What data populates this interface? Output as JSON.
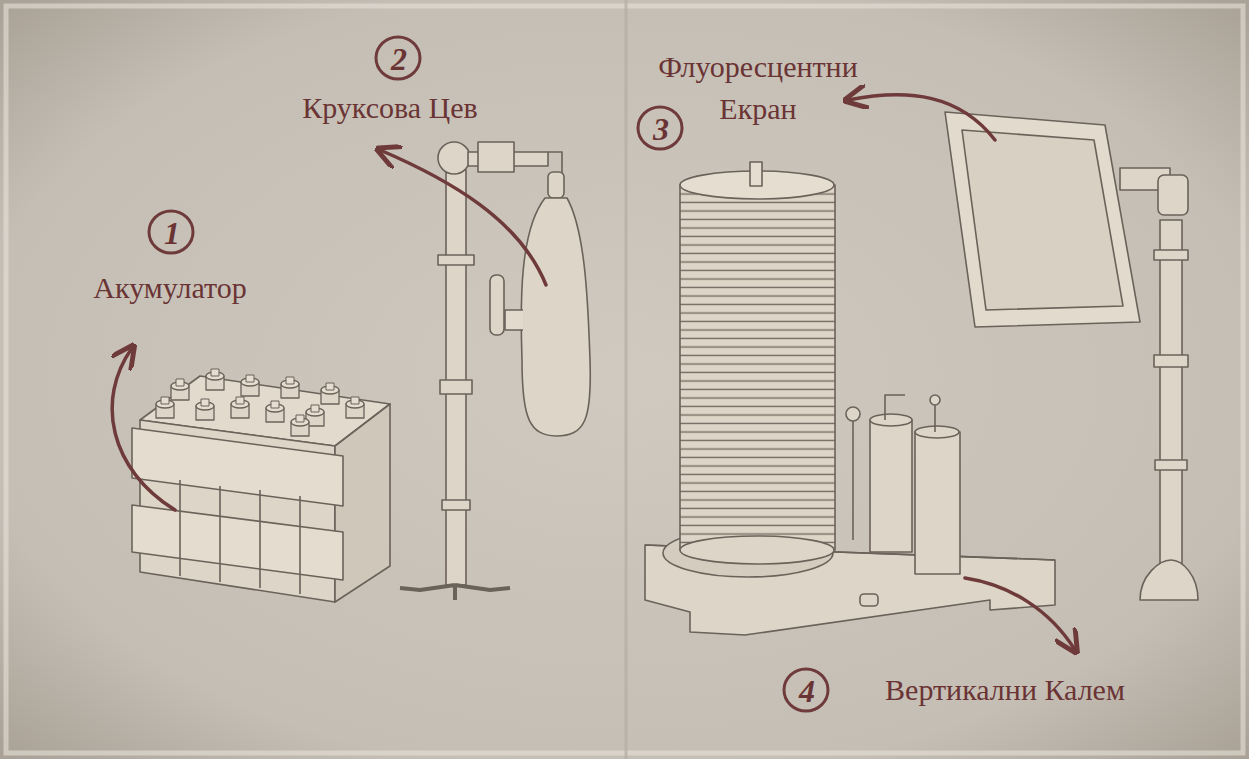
{
  "diagram": {
    "labels": [
      "1",
      "Акумулатор",
      "2",
      "Круксова Цев",
      "3",
      "Флуоресцентни Екран",
      "4",
      "Вертикални Калем"
    ]
  }
}
